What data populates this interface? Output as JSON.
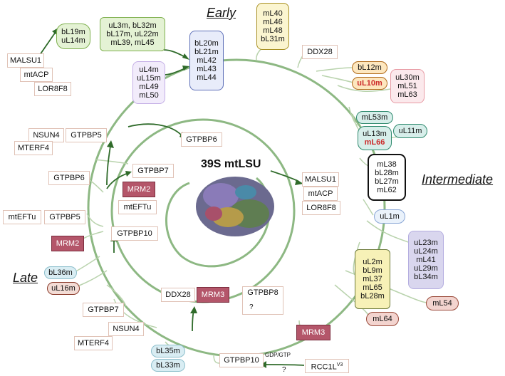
{
  "stage_labels": {
    "early": "Early",
    "intermediate": "Intermediate",
    "late": "Late"
  },
  "center_title": "39S mtLSU",
  "nodes": {
    "malsu1_group": [
      "MALSU1",
      "mtACP",
      "LOR8F8"
    ],
    "bl19m_group": [
      "bL19m",
      "uL14m"
    ],
    "ul3m_group": [
      "uL3m, bL32m",
      "bL17m, uL22m",
      "mL39, mL45"
    ],
    "ul4m_group": [
      "uL4m",
      "uL15m",
      "mL49",
      "mL50"
    ],
    "bl20m_group": [
      "bL20m",
      "bL21m",
      "mL42",
      "mL43",
      "mL44"
    ],
    "ml40_group": [
      "mL40",
      "mL46",
      "mL48",
      "bL31m"
    ],
    "ddx28_top": "DDX28",
    "bl12m": "bL12m",
    "ul10m": "uL10m",
    "ul30m_group": [
      "uL30m",
      "mL51",
      "mL63"
    ],
    "ml53m": "mL53m",
    "ul13m_ml66": [
      "uL13m",
      "mL66"
    ],
    "ul11m": "uL11m",
    "ml38_group": [
      "mL38",
      "bL28m",
      "bL27m",
      "mL62"
    ],
    "ul1m": "uL1m",
    "ul23m_group": [
      "uL23m",
      "uL24m",
      "mL41",
      "uL29m",
      "bL34m"
    ],
    "ul2m_group": [
      "uL2m",
      "bL9m",
      "mL37",
      "mL65",
      "bL28m"
    ],
    "ml54": "mL54",
    "ml64": "mL64",
    "mrm3_bottom": "MRM3",
    "rcc1l": "RCC1L",
    "rcc1l_sup": "V3",
    "gtpbp10_bottom": "GTPBP10",
    "gdp_gtp": "GDP/GTP",
    "q1": "?",
    "q2": "?",
    "bl35m": "bL35m",
    "bl33m": "bL33m",
    "nsun4_bottom": [
      "NSUN4",
      "MTERF4"
    ],
    "gtpbp7_left": "GTPBP7",
    "bl36m": "bL36m",
    "ul16m": "uL16m",
    "mrm2_left": "MRM2",
    "mteftu_left": "mtEFTu",
    "gtpbp5_left": "GTPBP5",
    "gtpbp6_left": "GTPBP6",
    "nsun4_top": [
      "NSUN4",
      "MTERF4"
    ],
    "gtpbp5_top": "GTPBP5",
    "gtpbp6_inner": "GTPBP6",
    "gtpbp7_inner": "GTPBP7",
    "mrm2_inner": "MRM2",
    "mteftu_inner": "mtEFTu",
    "gtpbp10_inner": "GTPBP10",
    "malsu1_inner": [
      "MALSU1",
      "mtACP",
      "LOR8F8"
    ],
    "ddx28_inner": "DDX28",
    "mrm3_inner": "MRM3",
    "gtpbp8": "GTPBP8"
  },
  "colors": {
    "circle": "#8db883",
    "arrow": "#2f6b2a",
    "mrm": "#b4566a",
    "red_text": "#cc2a2a"
  }
}
